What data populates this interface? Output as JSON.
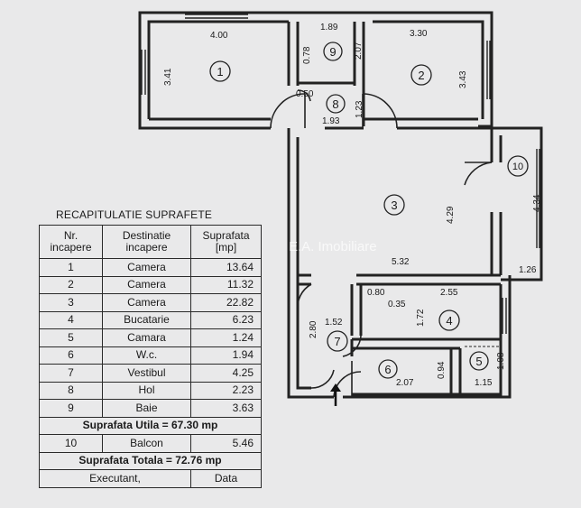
{
  "plan": {
    "rooms": [
      {
        "number": "1",
        "width": "4.00",
        "height": "3.41"
      },
      {
        "number": "2",
        "width": "3.30",
        "height": "3.43"
      },
      {
        "number": "3",
        "width": "5.32",
        "height": "4.29"
      },
      {
        "number": "4",
        "width": "2.55",
        "height": "1.72"
      },
      {
        "number": "5",
        "width": "1.15",
        "height": "1.08"
      },
      {
        "number": "6",
        "width": "2.07",
        "height": "0.94"
      },
      {
        "number": "7",
        "width": "1.52",
        "height": "2.80"
      },
      {
        "number": "8",
        "width": "1.93",
        "height": "1.23"
      },
      {
        "number": "9",
        "width": "1.89",
        "height": "2.07"
      },
      {
        "number": "10",
        "width": "1.26",
        "height": "4.34"
      }
    ],
    "extra_dims": {
      "d078": "0.78",
      "d050": "0.50",
      "d080": "0.80",
      "d035": "0.35"
    },
    "watermark": "E.A. Imobiliare"
  },
  "table": {
    "title": "RECAPITULATIE SUPRAFETE",
    "headers": {
      "nr": "Nr. incapere",
      "dest": "Destinatie incapere",
      "supr": "Suprafata [mp]"
    },
    "rows": [
      {
        "nr": "1",
        "dest": "Camera",
        "supr": "13.64"
      },
      {
        "nr": "2",
        "dest": "Camera",
        "supr": "11.32"
      },
      {
        "nr": "3",
        "dest": "Camera",
        "supr": "22.82"
      },
      {
        "nr": "4",
        "dest": "Bucatarie",
        "supr": "6.23"
      },
      {
        "nr": "5",
        "dest": "Camara",
        "supr": "1.24"
      },
      {
        "nr": "6",
        "dest": "W.c.",
        "supr": "1.94"
      },
      {
        "nr": "7",
        "dest": "Vestibul",
        "supr": "4.25"
      },
      {
        "nr": "8",
        "dest": "Hol",
        "supr": "2.23"
      },
      {
        "nr": "9",
        "dest": "Baie",
        "supr": "3.63"
      }
    ],
    "suprafata_utila": "Suprafata Utila = 67.30 mp",
    "balcon": {
      "nr": "10",
      "dest": "Balcon",
      "supr": "5.46"
    },
    "suprafata_totala": "Suprafata Totala = 72.76 mp",
    "footer": {
      "executant": "Executant,",
      "data": "Data"
    }
  }
}
